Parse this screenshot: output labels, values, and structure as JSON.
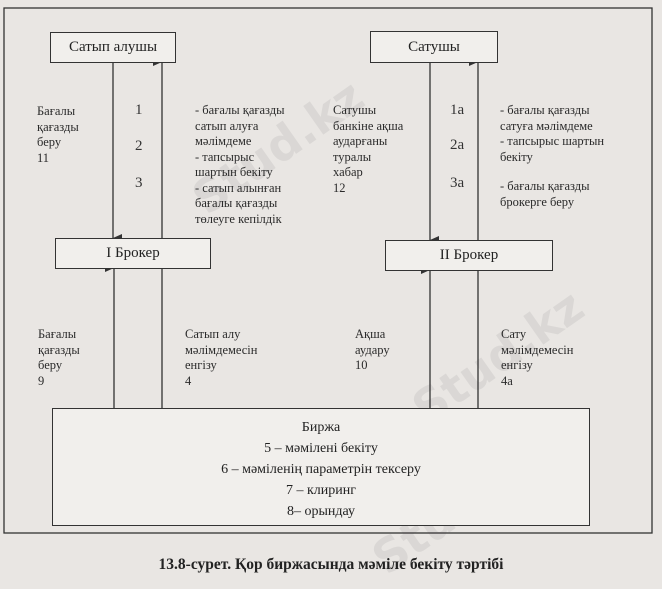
{
  "diagram": {
    "nodes": {
      "buyer": "Сатып алушы",
      "seller": "Сатушы",
      "broker1": "I Брокер",
      "broker2": "II Брокер",
      "exchange": {
        "title": "Биржа",
        "steps": [
          "5 – мәмілені бекіту",
          "6 – мәміленің параметрін тексеру",
          "7 – клиринг",
          "8– орындау"
        ]
      }
    },
    "upper_left": {
      "left_label": [
        "Бағалы",
        "қағазды",
        "беру",
        "11"
      ],
      "numbers": [
        "1",
        "2",
        "3"
      ],
      "right_label": [
        "- бағалы қағазды",
        "сатып алуға",
        "мәлімдеме",
        "- тапсырыс",
        "шартын бекіту",
        "-  сатып  алынған",
        "бағалы    қағазды",
        "төлеуге кепілдік"
      ]
    },
    "upper_right": {
      "left_label": [
        "Сатушы",
        "банкіне ақша",
        "аударғаны",
        "туралы",
        "хабар",
        "12"
      ],
      "numbers": [
        "1а",
        "2а",
        "3а"
      ],
      "right_label_1": [
        "-  бағалы   қағазды",
        "сатуға мәлімдеме"
      ],
      "right_label_2": [
        "- тапсырыс шартын",
        "бекіту"
      ],
      "right_label_3": [
        "- бағалы қағазды",
        "брокерге беру"
      ]
    },
    "lower": {
      "l1": [
        "Бағалы",
        "қағазды",
        "беру",
        "9"
      ],
      "l2": [
        "Сатып алу",
        "мәлімдемесін",
        "енгізу",
        "4"
      ],
      "l3": [
        "Ақша",
        "аудару",
        "10"
      ],
      "l4": [
        "Сату",
        "мәлімдемесін",
        "енгізу",
        "4а"
      ]
    },
    "caption": "13.8-сурет. Қор биржасында мәміле бекіту тәртібі"
  },
  "watermark": "Stud.kz"
}
